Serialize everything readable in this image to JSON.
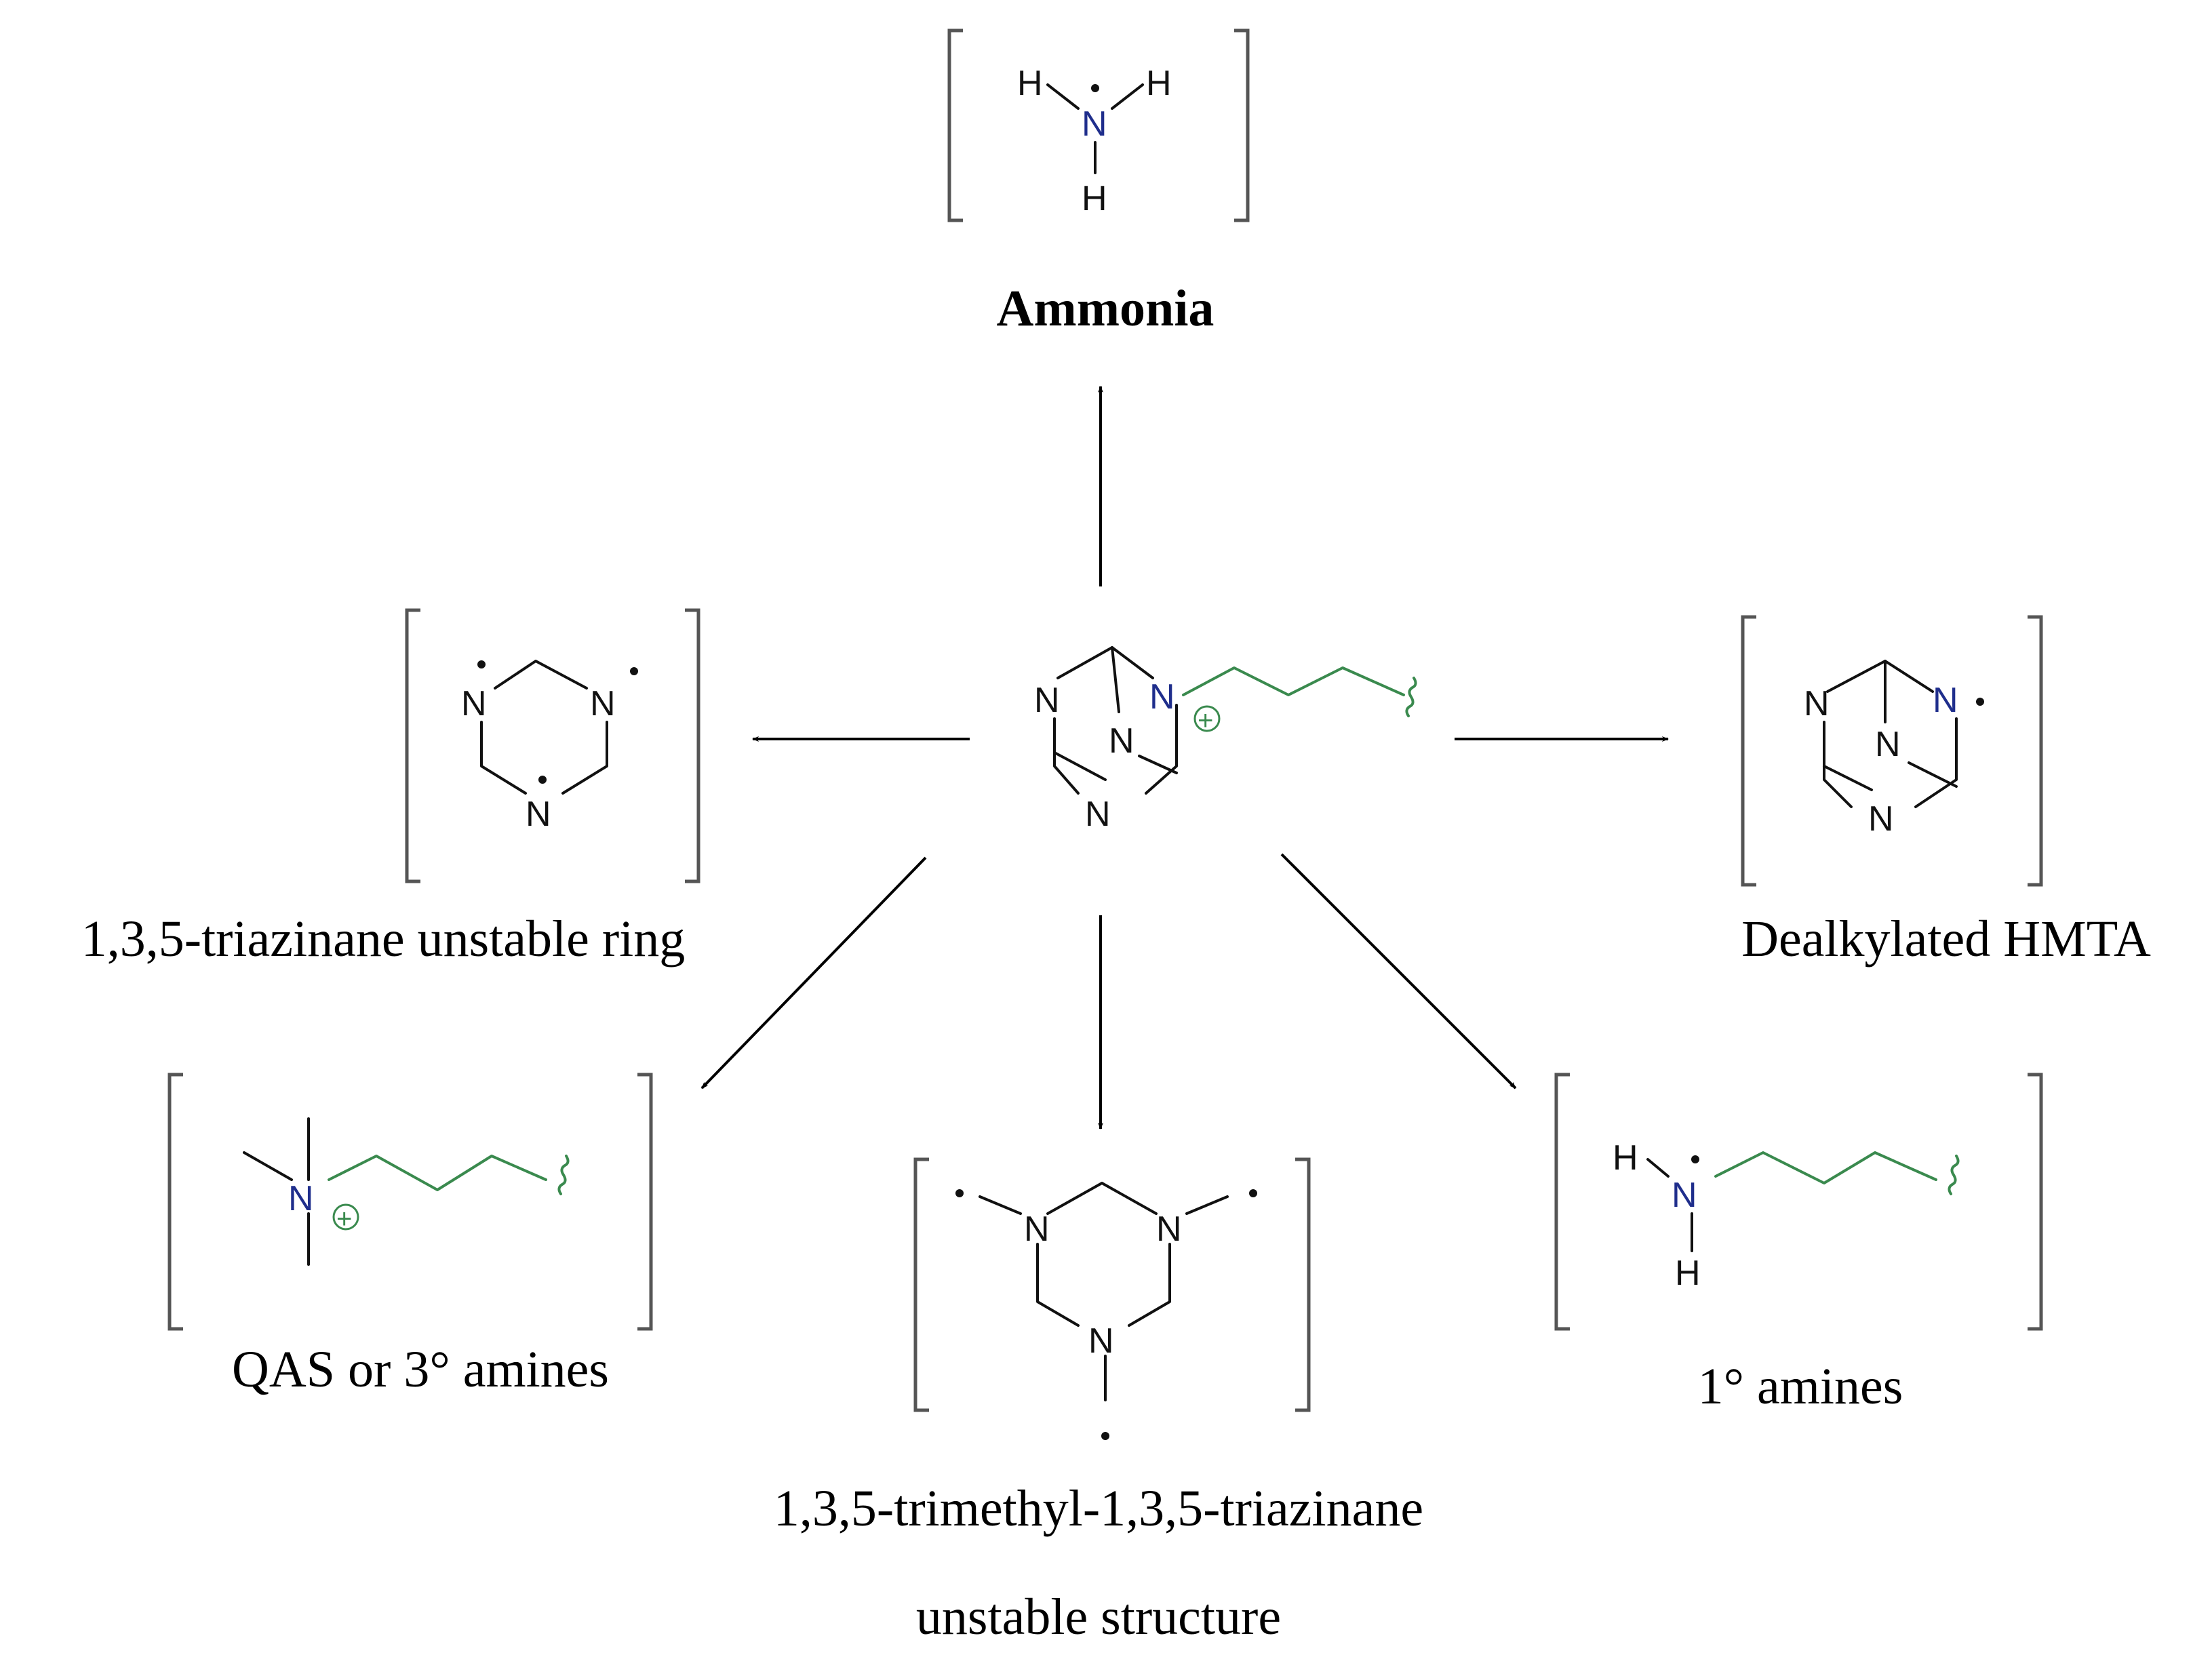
{
  "colors": {
    "nitrogen_highlight": "#1f2e8c",
    "alkyl_chain": "#3a8a4e",
    "bond": "#111111",
    "bracket": "#555555"
  },
  "atoms": {
    "N": "N",
    "H": "H",
    "plus": "+"
  },
  "captions": {
    "ammonia": "Ammonia",
    "triazinane_ring": "1,3,5-triazinane unstable ring",
    "dealkylated_hmta": "Dealkylated HMTA",
    "qas_amines": "QAS or 3° amines",
    "trimethyl_line1": "1,3,5-trimethyl-1,3,5-triazinane",
    "trimethyl_line2": "unstable structure",
    "primary_amines": "1° amines"
  }
}
